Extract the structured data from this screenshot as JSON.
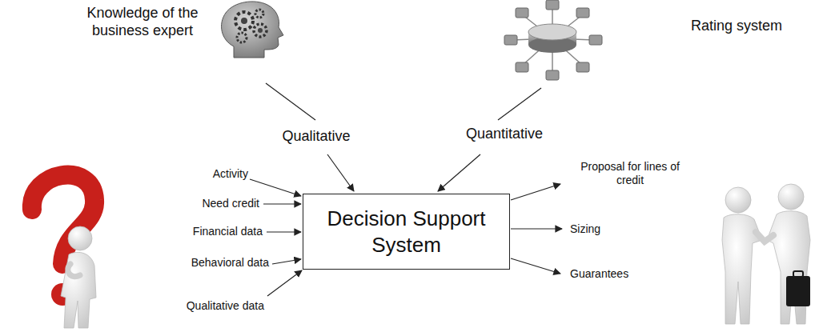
{
  "diagram": {
    "nodes": [
      {
        "text": [
          "Decision Support System"
        ]
      }
    ],
    "labels": [
      "Knowledge of the business expert",
      "Rating system",
      "Qualitative",
      "Quantitative",
      "Activity",
      "Need credit",
      "Financial data",
      "Behavioral data",
      "Qualitative data",
      "Proposal for lines of credit",
      "Sizing",
      "Guarantees"
    ]
  }
}
